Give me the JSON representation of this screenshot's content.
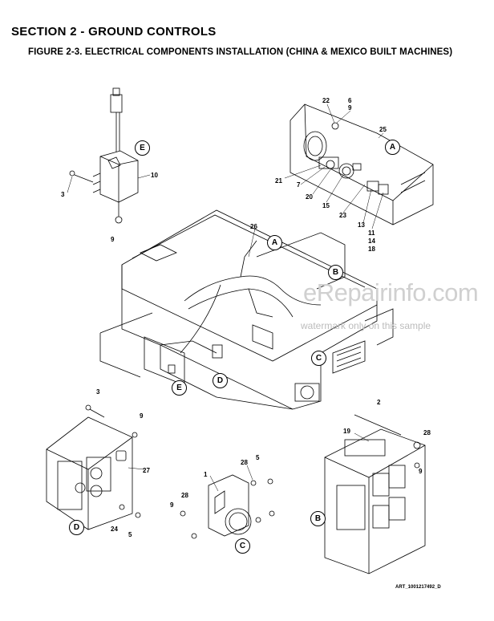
{
  "header": {
    "section_title": "SECTION 2 - GROUND CONTROLS",
    "figure_title": "FIGURE 2-3. ELECTRICAL COMPONENTS INSTALLATION (CHINA & MEXICO BUILT MACHINES)"
  },
  "watermark": {
    "main": "eRepairinfo.com",
    "sub": "watermark only on this sample"
  },
  "footer": {
    "art_id": "ART_1001217492_D"
  },
  "callouts": {
    "c22": "22",
    "c6": "6",
    "c9a": "9",
    "c25": "25",
    "c21": "21",
    "c7": "7",
    "c20": "20",
    "c15": "15",
    "c23": "23",
    "c13": "13",
    "c11": "11",
    "c14": "14",
    "c18": "18",
    "c10": "10",
    "c3a": "3",
    "c9b": "9",
    "c26": "26",
    "c3b": "3",
    "c9c": "9",
    "c27": "27",
    "c24": "24",
    "c5a": "5",
    "c1": "1",
    "c28a": "28",
    "c9d": "9",
    "c5b": "5",
    "c28b": "28",
    "c2": "2",
    "c19": "19",
    "c28c": "28",
    "c9e": "9"
  },
  "view_labels": {
    "a_top": "A",
    "e_top": "E",
    "a_frame": "A",
    "b_frame": "B",
    "c_frame": "C",
    "e_frame": "E",
    "d_frame": "D",
    "d_view": "D",
    "c_view": "C",
    "b_view": "B"
  }
}
